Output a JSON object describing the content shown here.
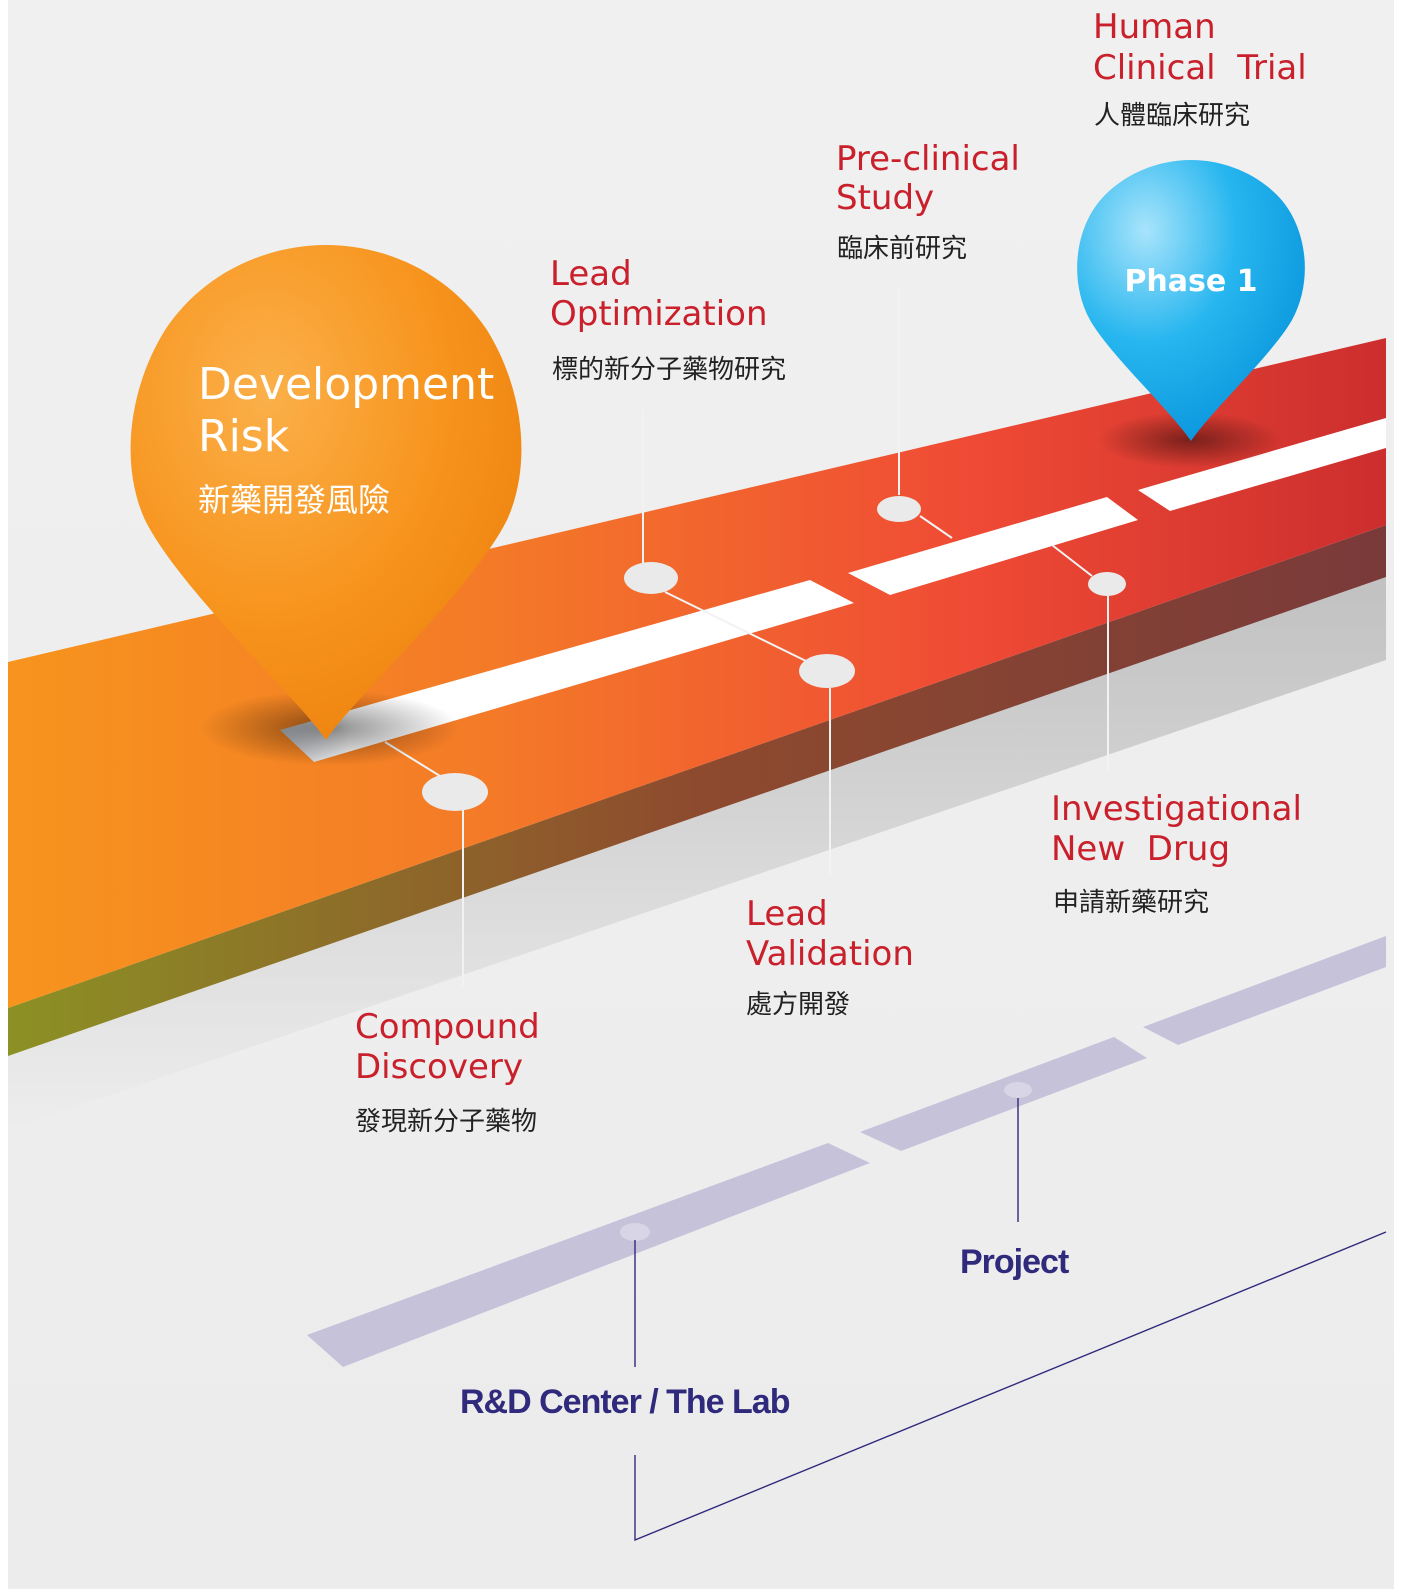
{
  "risk_pin": {
    "title_line1": "Development",
    "title_line2": "Risk",
    "subtitle": "新藥開發風險",
    "color": "#F7941D"
  },
  "phase_pin": {
    "label": "Phase 1",
    "color": "#1AA9E6"
  },
  "stages": [
    {
      "id": "compound-discovery",
      "line1": "Compound",
      "line2": "Discovery",
      "zh": "發現新分子藥物"
    },
    {
      "id": "lead-optimization",
      "line1": "Lead",
      "line2": "Optimization",
      "zh": "標的新分子藥物研究"
    },
    {
      "id": "lead-validation",
      "line1": "Lead",
      "line2": "Validation",
      "zh": "處方開發"
    },
    {
      "id": "pre-clinical-study",
      "line1": "Pre-clinical",
      "line2": "Study",
      "zh": "臨床前研究"
    },
    {
      "id": "investigational-new-drug",
      "line1": "Investigational",
      "line2": "New  Drug",
      "zh": "申請新藥研究"
    },
    {
      "id": "human-clinical-trial",
      "line1": "Human",
      "line2": "Clinical  Trial",
      "zh": "人體臨床研究"
    }
  ],
  "lower_labels": {
    "project": "Project",
    "rnd": "R&D Center / The Lab"
  },
  "colors": {
    "stage_text": "#C9202B",
    "lower_text": "#2F2A7C",
    "road_start": "#F7941D",
    "road_end": "#D72C2C",
    "lower_road": "#C6C2DA"
  }
}
